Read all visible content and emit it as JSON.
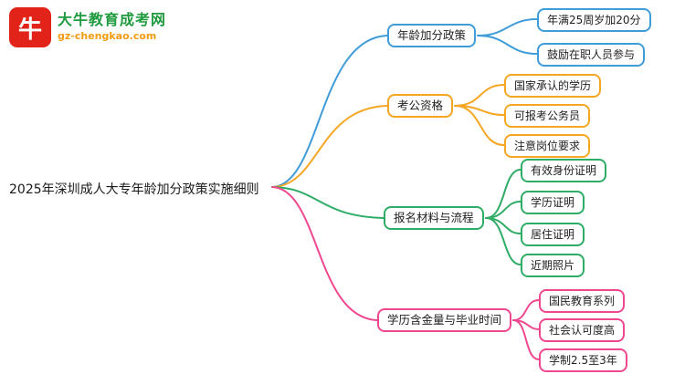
{
  "logo": {
    "site_name": "大牛教育成考网",
    "site_url": "gz-chengkao.com",
    "icon": "bull-icon",
    "brand_colors": {
      "red": "#e2231a",
      "green": "#1f9a3e",
      "orange": "#f39c12"
    }
  },
  "root": {
    "label": "2025年深圳成人大专年龄加分政策实施细则"
  },
  "branches": [
    {
      "label": "年龄加分政策",
      "color": "#3f9cd9",
      "children": [
        {
          "label": "年满25周岁加20分"
        },
        {
          "label": "鼓励在职人员参与"
        }
      ]
    },
    {
      "label": "考公资格",
      "color": "#f5a623",
      "children": [
        {
          "label": "国家承认的学历"
        },
        {
          "label": "可报考公务员"
        },
        {
          "label": "注意岗位要求"
        }
      ]
    },
    {
      "label": "报名材料与流程",
      "color": "#2fac66",
      "children": [
        {
          "label": "有效身份证明"
        },
        {
          "label": "学历证明"
        },
        {
          "label": "居住证明"
        },
        {
          "label": "近期照片"
        }
      ]
    },
    {
      "label": "学历含金量与毕业时间",
      "color": "#f0488f",
      "children": [
        {
          "label": "国民教育系列"
        },
        {
          "label": "社会认可度高"
        },
        {
          "label": "学制2.5至3年"
        }
      ]
    }
  ]
}
